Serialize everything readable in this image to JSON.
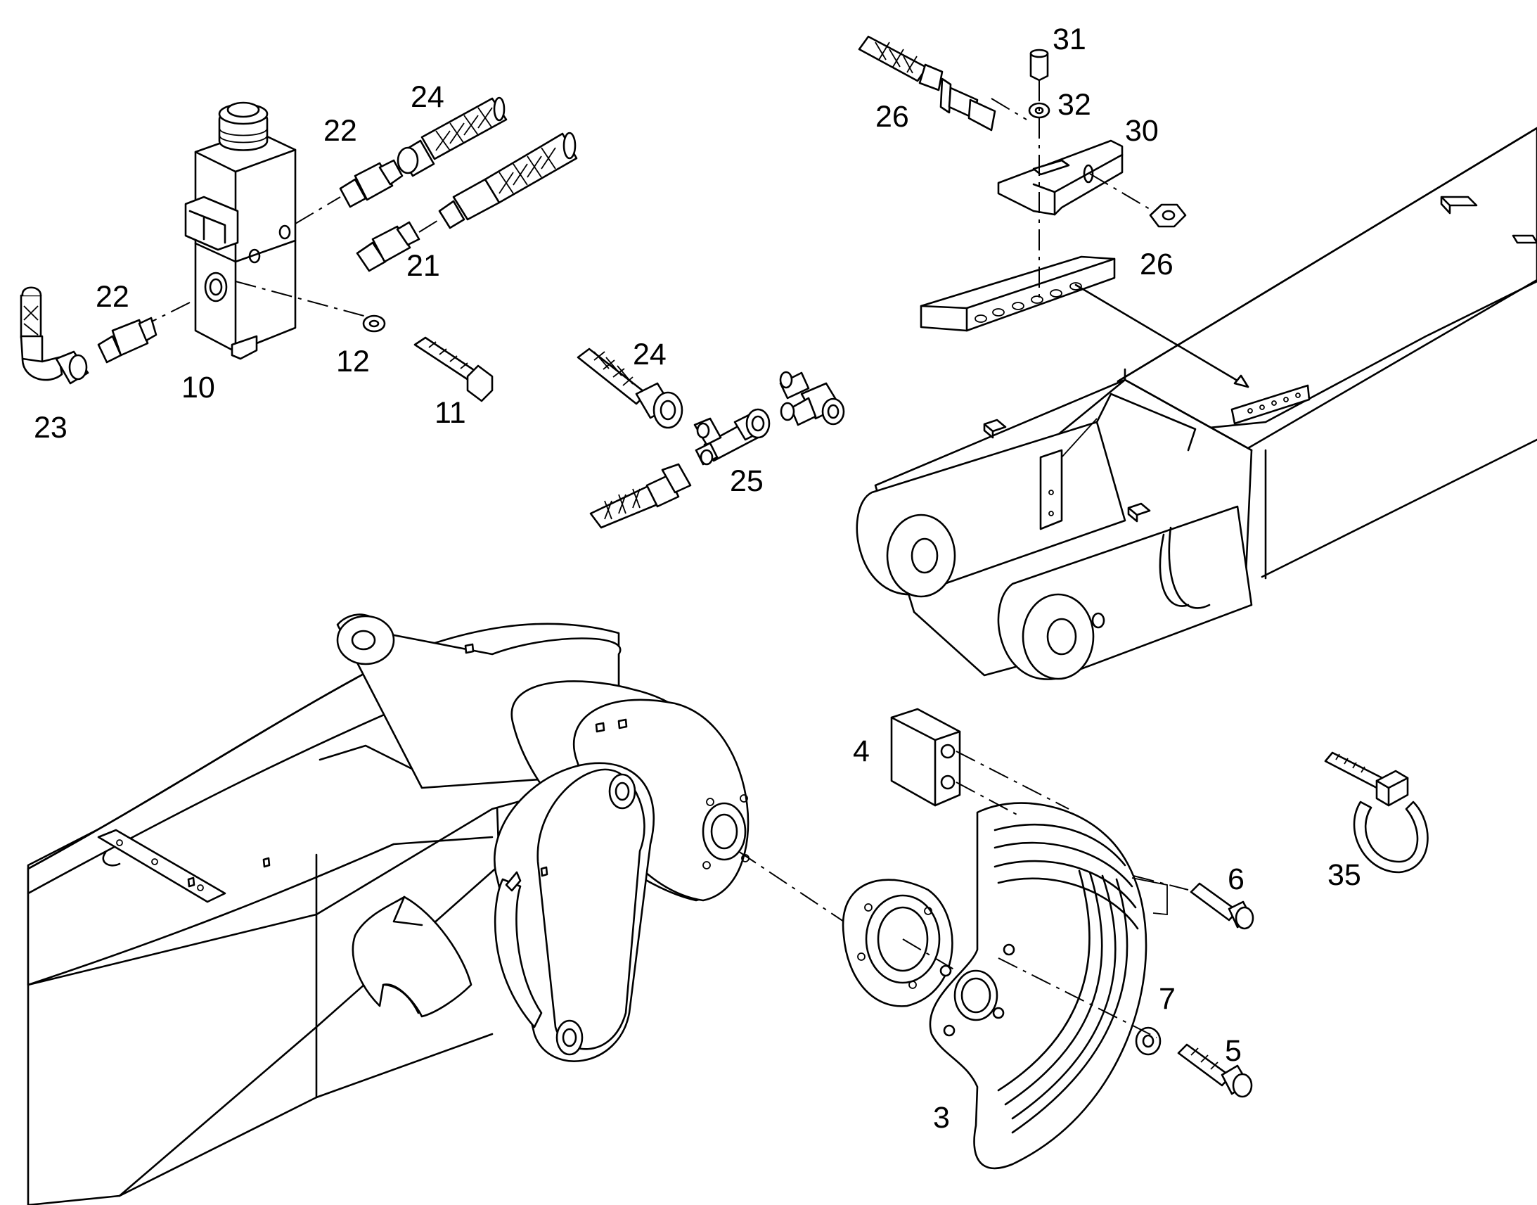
{
  "diagram": {
    "callouts": [
      {
        "id": "c31",
        "text": "31"
      },
      {
        "id": "c32",
        "text": "32"
      },
      {
        "id": "c30",
        "text": "30"
      },
      {
        "id": "c26a",
        "text": "26"
      },
      {
        "id": "c26b",
        "text": "26"
      },
      {
        "id": "c24a",
        "text": "24"
      },
      {
        "id": "c24b",
        "text": "24"
      },
      {
        "id": "c22a",
        "text": "22"
      },
      {
        "id": "c22b",
        "text": "22"
      },
      {
        "id": "c21",
        "text": "21"
      },
      {
        "id": "c23",
        "text": "23"
      },
      {
        "id": "c10",
        "text": "10"
      },
      {
        "id": "c12",
        "text": "12"
      },
      {
        "id": "c11",
        "text": "11"
      },
      {
        "id": "c25",
        "text": "25"
      },
      {
        "id": "c4",
        "text": "4"
      },
      {
        "id": "c6",
        "text": "6"
      },
      {
        "id": "c7",
        "text": "7"
      },
      {
        "id": "c5",
        "text": "5"
      },
      {
        "id": "c3",
        "text": "3"
      },
      {
        "id": "c35",
        "text": "35"
      }
    ]
  }
}
